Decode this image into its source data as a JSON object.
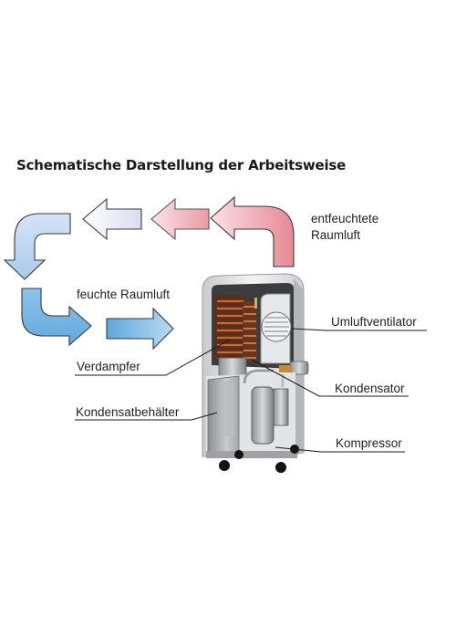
{
  "title": "Schematische Darstellung der Arbeitsweise",
  "airflow": {
    "dehumidified_line1": "entfeuchtete",
    "dehumidified_line2": "Raumluft",
    "humid": "feuchte Raumluft"
  },
  "components": {
    "fan": "Umluftventilator",
    "evaporator": "Verdampfer",
    "condenser": "Kondensator",
    "tank": "Kondensatbehälter",
    "compressor": "Kompressor"
  },
  "colors": {
    "warm_air": "#e8919c",
    "humid_air": "#74b5e0",
    "neutral_air": "#dfe4f2"
  }
}
